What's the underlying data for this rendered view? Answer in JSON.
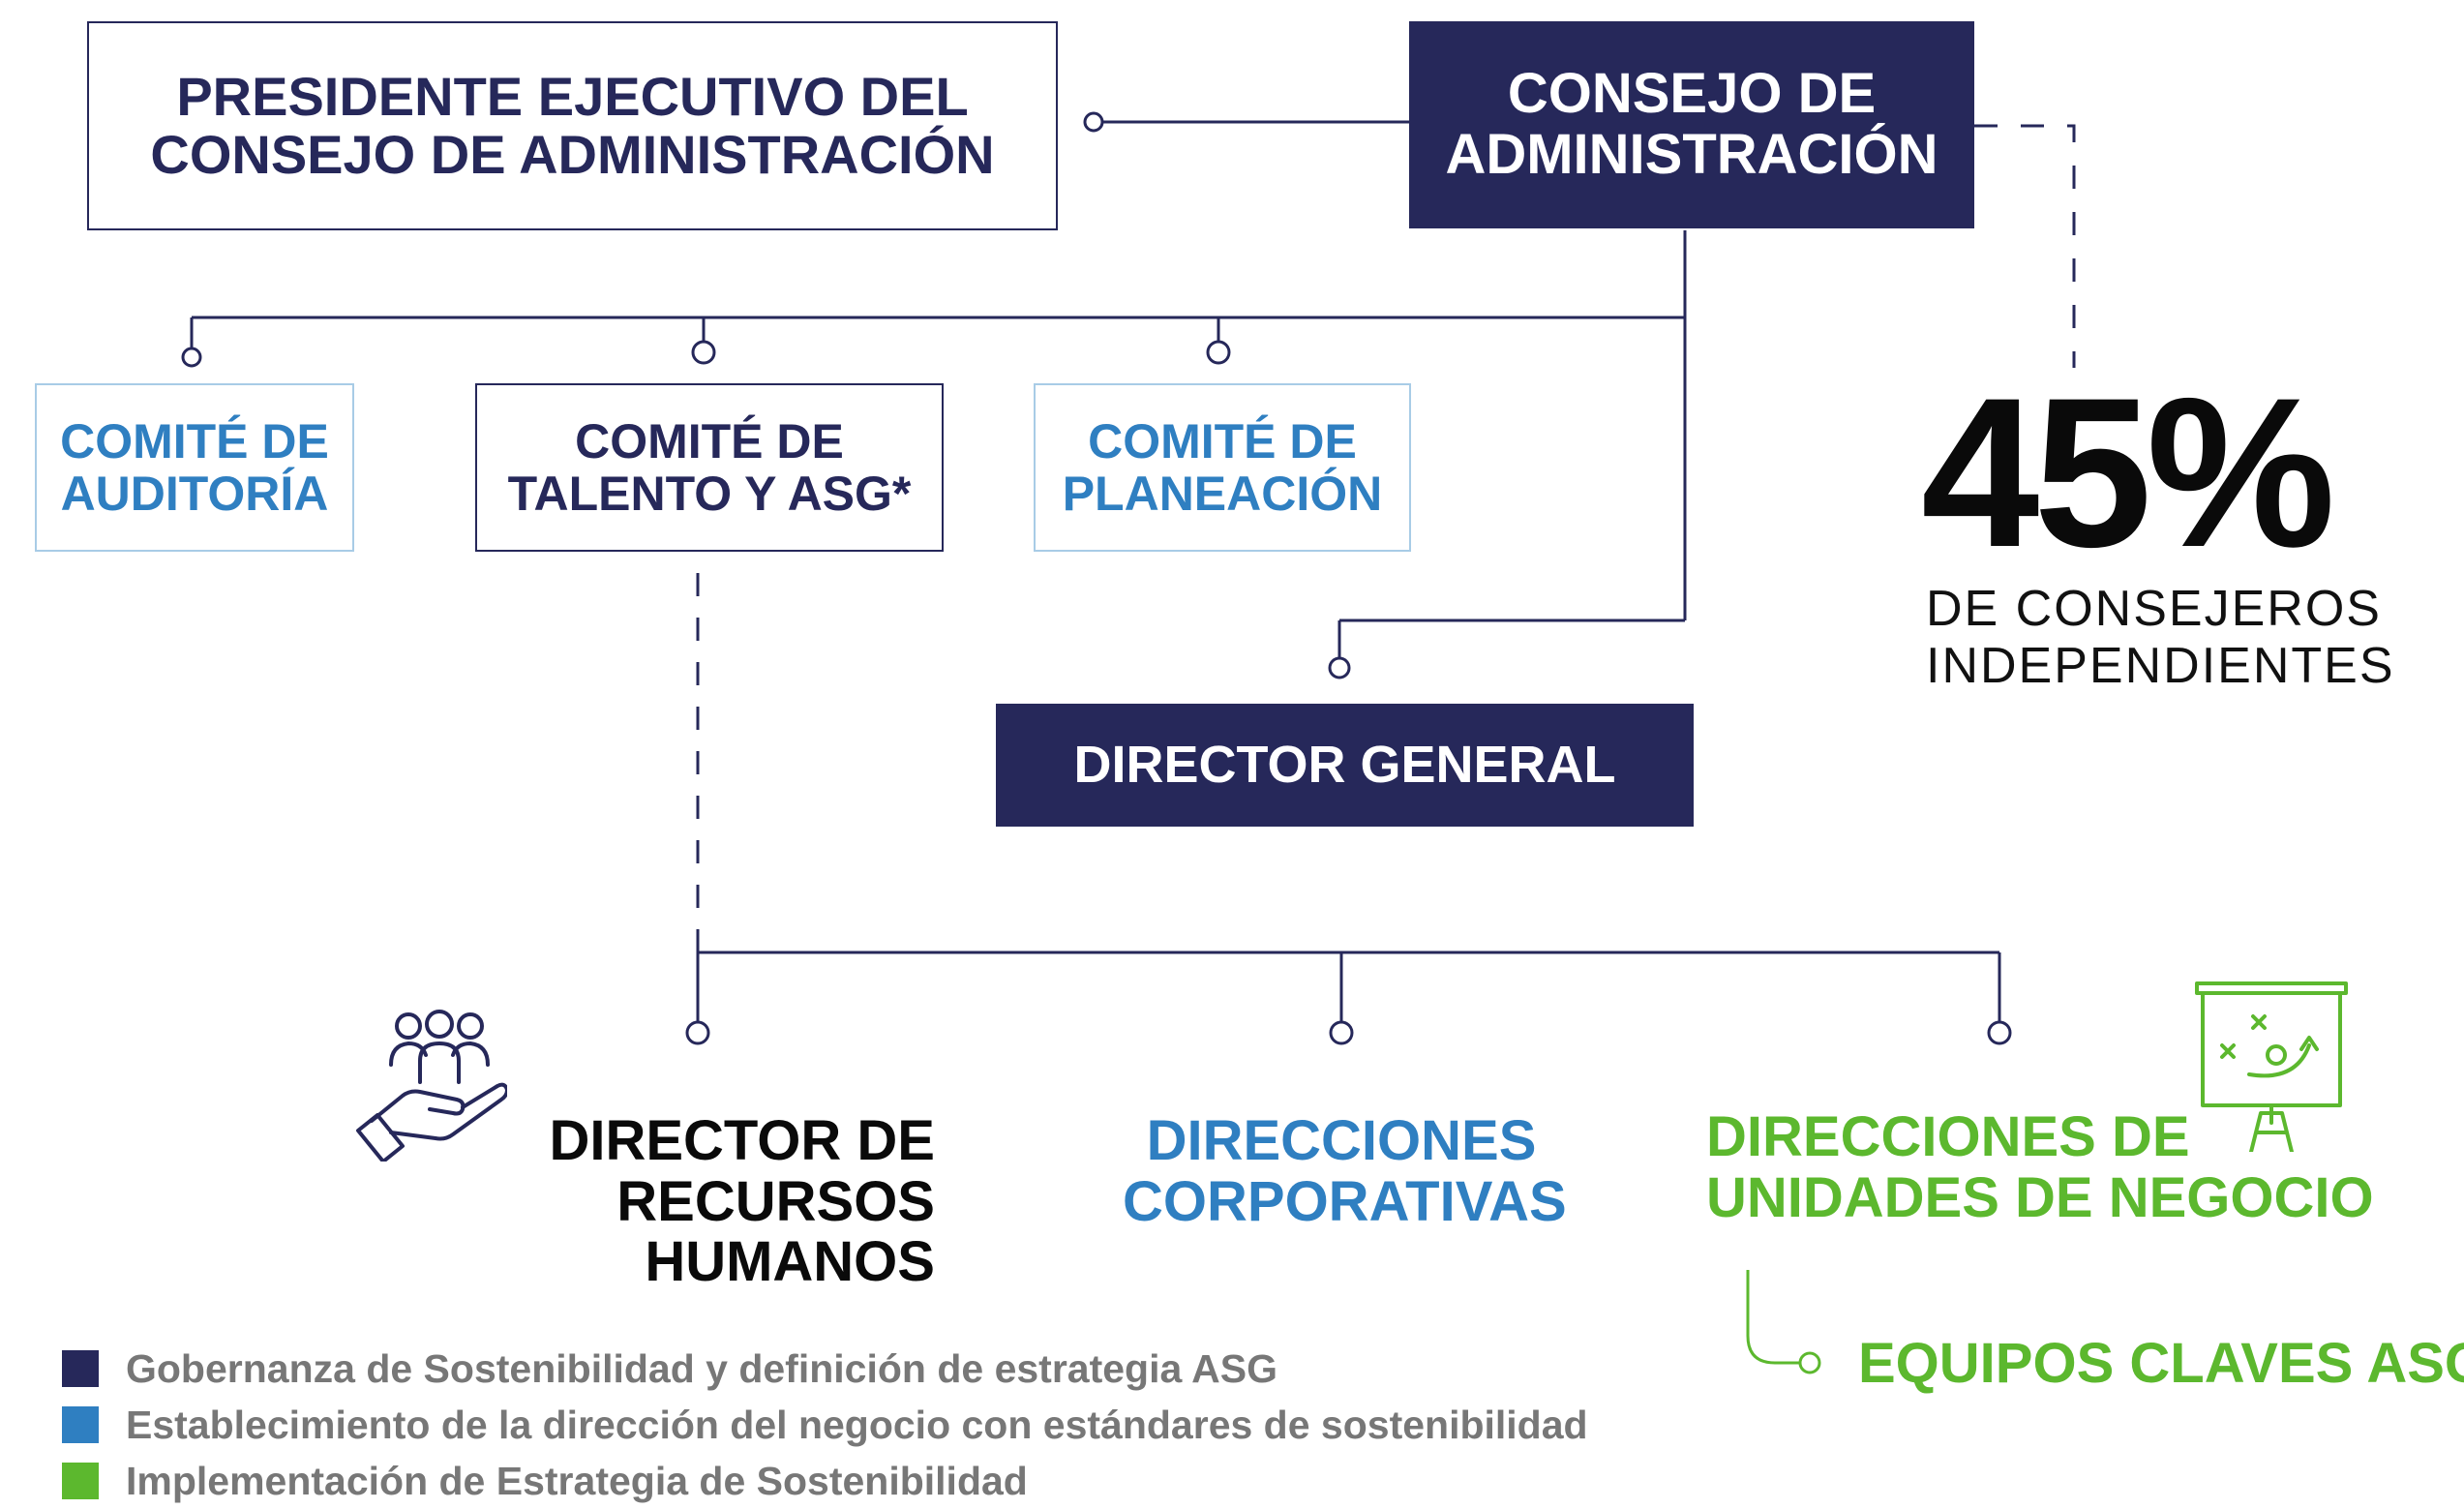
{
  "board": {
    "president": "PRESIDENTE EJECUTIVO DEL CONSEJO DE ADMINISTRACIÓN",
    "council": "CONSEJO DE ADMINISTRACIÓN",
    "committees": [
      "COMITÉ DE AUDITORÍA",
      "COMITÉ DE TALENTO Y ASG*",
      "COMITÉ DE PLANEACIÓN"
    ],
    "director_general": "DIRECTOR GENERAL"
  },
  "independence": {
    "percent": "45%",
    "label_line1": "DE CONSEJEROS",
    "label_line2": "INDEPENDIENTES"
  },
  "bottom": {
    "hr_director": "DIRECTOR DE RECURSOS HUMANOS",
    "corporate": "DIRECCIONES CORPORATIVAS",
    "business_units": "DIRECCIONES DE UNIDADES DE NEGOCIO",
    "key_teams": "EQUIPOS CLAVES ASG"
  },
  "legend": [
    {
      "text": "Gobernanza de Sostenibilidad y definición de estrategia ASG",
      "color": "#26285a"
    },
    {
      "text": "Establecimiento de la dirección del negocio con estándares de sostenibilidad",
      "color": "#2f7fc1"
    },
    {
      "text": "Implementación de Estrategia de Sostenibilidad",
      "color": "#5cb82e"
    }
  ],
  "colors": {
    "navy": "#26285a",
    "blue": "#2f7fc1",
    "green": "#5cb82e"
  },
  "icons": [
    "team-hand-icon",
    "strategy-board-icon"
  ]
}
